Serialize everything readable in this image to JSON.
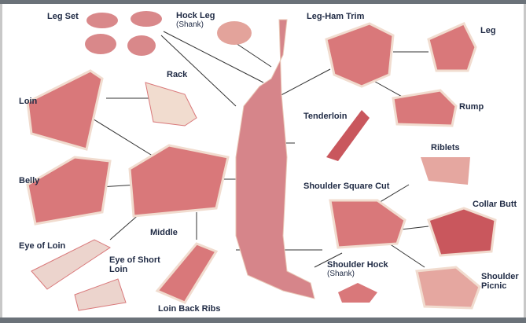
{
  "labels": {
    "leg_set": "Leg Set",
    "hock_leg": "Hock Leg",
    "hock_leg_sub": "(Shank)",
    "leg_ham_trim": "Leg-Ham Trim",
    "leg": "Leg",
    "loin": "Loin",
    "rack": "Rack",
    "tenderloin": "Tenderloin",
    "rump": "Rump",
    "riblets": "Riblets",
    "belly": "Belly",
    "shoulder_square_cut": "Shoulder Square Cut",
    "collar_butt": "Collar Butt",
    "middle": "Middle",
    "eye_of_loin": "Eye of Loin",
    "eye_of_short_loin": "Eye of Short Loin",
    "shoulder_hock": "Shoulder Hock",
    "shoulder_hock_sub": "(Shank)",
    "shoulder_picnic": "Shoulder Picnic",
    "loin_back_ribs": "Loin Back Ribs"
  },
  "colors": {
    "meat": "#d9787a",
    "fat": "#f1dccf",
    "line": "#333333",
    "text": "#1f2a44",
    "bar": "#6b7279"
  }
}
